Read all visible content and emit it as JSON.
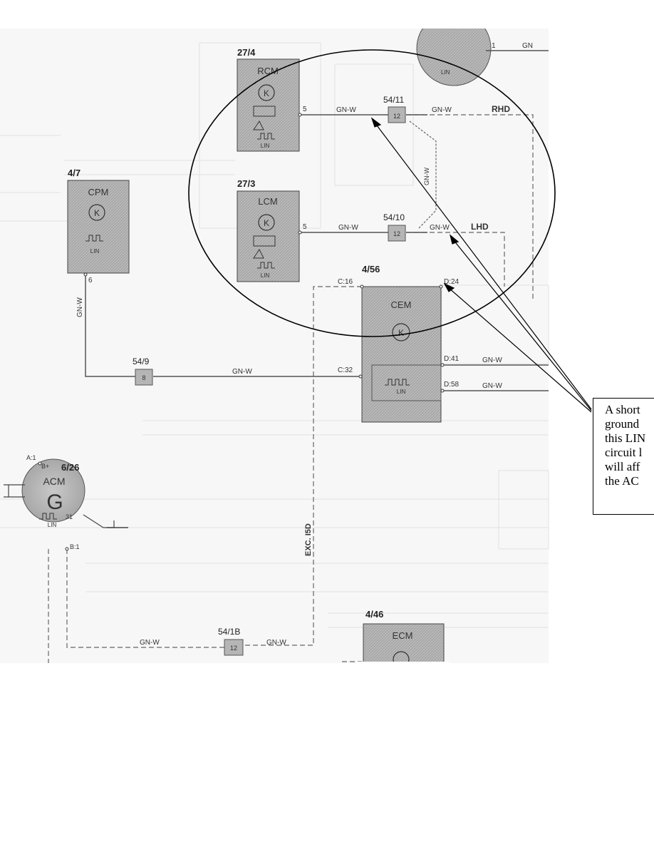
{
  "modules": {
    "rcm": {
      "id": "27/4",
      "name": "RCM",
      "pin": "5"
    },
    "lcm": {
      "id": "27/3",
      "name": "LCM",
      "pin": "5"
    },
    "cpm": {
      "id": "4/7",
      "name": "CPM",
      "pin": "6"
    },
    "cem": {
      "id": "4/56",
      "name": "CEM",
      "pin_c16": "C:16",
      "pin_d24": "D:24",
      "pin_c32": "C:32",
      "pin_d41": "D:41",
      "pin_d58": "D:58"
    },
    "acm": {
      "id": "6/26",
      "name": "ACM",
      "symbol": "G",
      "pin_a1": "A:1",
      "pin_bplus": "B+",
      "pin_31": "31",
      "pin_b1": "B:1"
    },
    "ecm": {
      "id": "4/46",
      "name": "ECM"
    },
    "top_partial": {
      "pin": "1",
      "wire": "GN"
    }
  },
  "lin_label": "LIN",
  "connectors": {
    "c5411": {
      "id": "54/11",
      "pin": "12"
    },
    "c5410": {
      "id": "54/10",
      "pin": "12"
    },
    "c549": {
      "id": "54/9",
      "pin": "8"
    },
    "c541b": {
      "id": "54/1B",
      "pin": "12"
    }
  },
  "wires": {
    "gnw": "GN-W",
    "rhd": "RHD",
    "lhd": "LHD",
    "exc": "EXC. I5D"
  },
  "callout": {
    "lines": [
      "A short",
      "ground",
      "this LIN",
      "circuit l",
      "will aff",
      "the AC"
    ]
  },
  "colors": {
    "module_fill": "#b4b4b4",
    "wire": "#555555",
    "line": "#000000"
  }
}
